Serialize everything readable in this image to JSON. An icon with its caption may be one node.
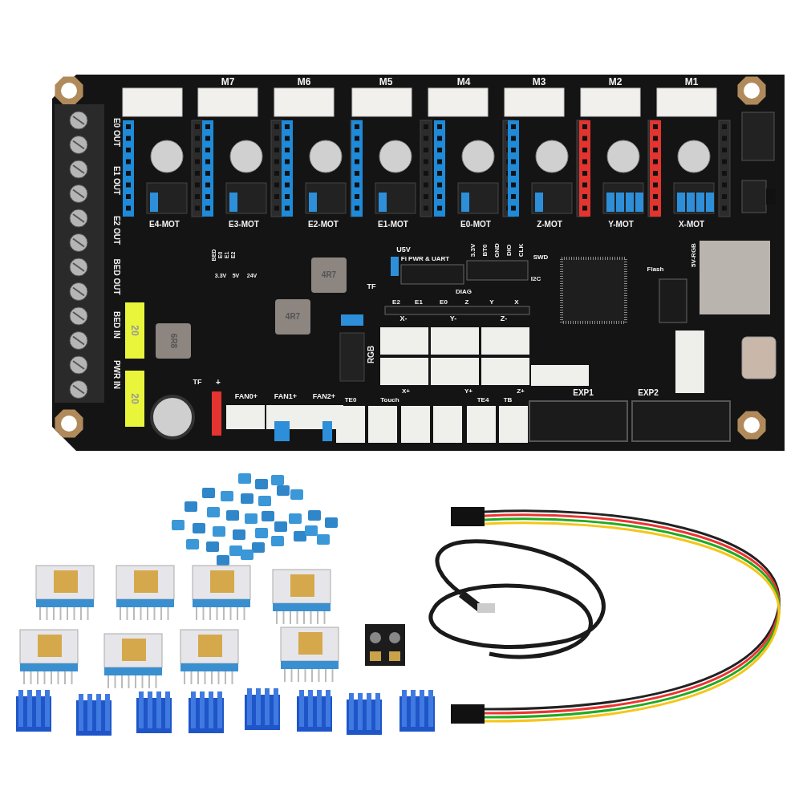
{
  "diagram": {
    "labels": [
      "M7",
      "M6",
      "M5",
      "M4",
      "M3",
      "M2",
      "M1",
      "E0 OUT",
      "E1 OUT",
      "E2 OUT",
      "E4-MOT",
      "E3-MOT",
      "E2-MOT",
      "E1-MOT",
      "E0-MOT",
      "Z-MOT",
      "Y-MOT",
      "X-MOT",
      "BED OUT",
      "BED",
      "E0",
      "E1",
      "E2",
      "U5V",
      "Fi PWR & UART",
      "3.3V",
      "BT0",
      "GND",
      "DIO",
      "CLK",
      "SWD",
      "5V-RGB",
      "3.3V",
      "5V",
      "24V",
      "4R7",
      "TF",
      "I2C",
      "Flash",
      "DIAG",
      "E2",
      "E1",
      "E0",
      "Z",
      "Y",
      "X",
      "BED IN",
      "20",
      "4R7",
      "X-",
      "Y-",
      "Z-",
      "6R8",
      "RGB",
      "PWR IN",
      "20",
      "TF",
      "+",
      "FAN0+",
      "FAN1+",
      "FAN2+",
      "EXP1",
      "EXP2",
      "X+",
      "Y+",
      "Z+",
      "TE0",
      "Touch",
      "TE4",
      "TB"
    ]
  }
}
